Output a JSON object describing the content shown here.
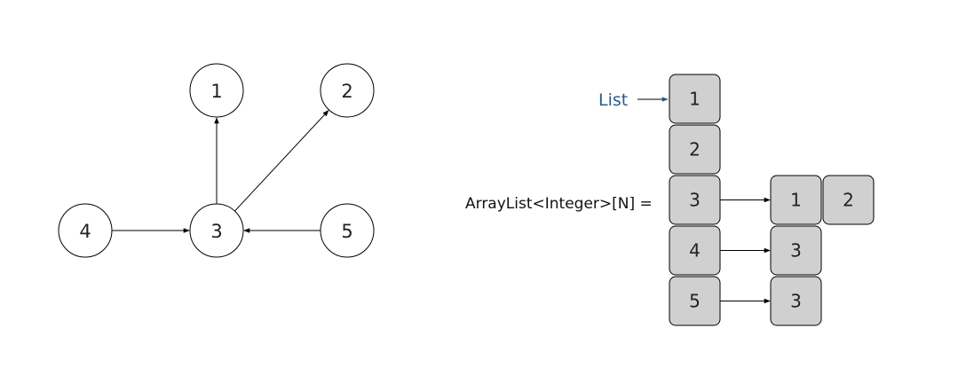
{
  "graph": {
    "nodes": [
      {
        "id": "1",
        "label": "1"
      },
      {
        "id": "2",
        "label": "2"
      },
      {
        "id": "3",
        "label": "3"
      },
      {
        "id": "4",
        "label": "4"
      },
      {
        "id": "5",
        "label": "5"
      }
    ],
    "edges": [
      {
        "from": "3",
        "to": "1"
      },
      {
        "from": "3",
        "to": "2"
      },
      {
        "from": "4",
        "to": "3"
      },
      {
        "from": "5",
        "to": "3"
      }
    ]
  },
  "adjacency": {
    "list_pointer_label": "List",
    "declaration": "ArrayList<Integer>[N]  =",
    "rows": [
      {
        "index": "1",
        "neighbors": []
      },
      {
        "index": "2",
        "neighbors": []
      },
      {
        "index": "3",
        "neighbors": [
          "1",
          "2"
        ]
      },
      {
        "index": "4",
        "neighbors": [
          "3"
        ]
      },
      {
        "index": "5",
        "neighbors": [
          "3"
        ]
      }
    ]
  },
  "colors": {
    "cell_fill": "#d0d0d0",
    "list_label": "#2e5a8c",
    "line": "#000000"
  }
}
